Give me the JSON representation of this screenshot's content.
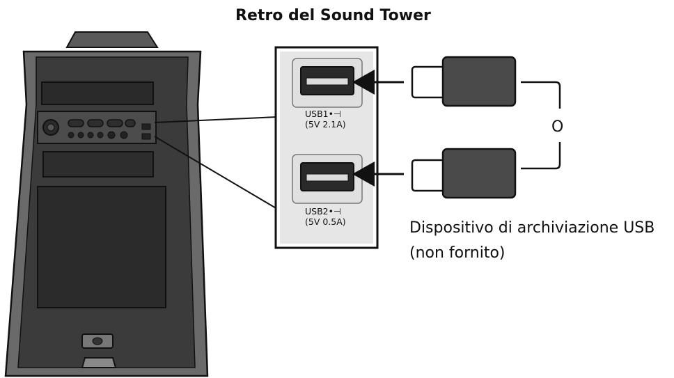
{
  "title": "Retro del Sound Tower",
  "or_label": "O",
  "device_label_line1": "Dispositivo di archiviazione USB",
  "device_label_line2": "(non fornito)",
  "ports": [
    {
      "name": "USB1",
      "icon": "usb-trident-icon",
      "rating": "(5V 2.1A)"
    },
    {
      "name": "USB2",
      "icon": "usb-trident-icon",
      "rating": "(5V 0.5A)"
    }
  ],
  "colors": {
    "outline": "#111111",
    "speaker_body": "#3a3a3a",
    "speaker_panel": "#5a5a5a",
    "panel_bg": "#e6e6e6",
    "port_bg": "#d6d6d6",
    "plug_body": "#4a4a4a",
    "plug_connector": "#ffffff"
  }
}
